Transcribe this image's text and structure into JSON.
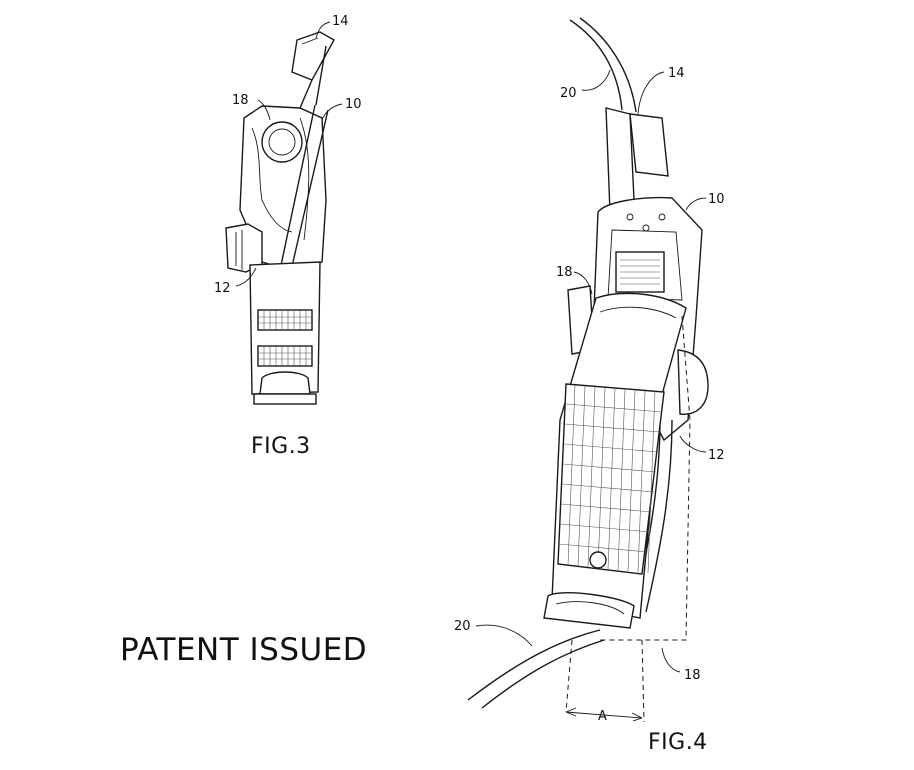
{
  "figure3": {
    "caption": "FIG.3",
    "refs": {
      "r14": "14",
      "r18": "18",
      "r10": "10",
      "r12": "12"
    }
  },
  "figure4": {
    "caption": "FIG.4",
    "refs": {
      "r20_top": "20",
      "r14": "14",
      "r10": "10",
      "r18_top": "18",
      "r12": "12",
      "r20_bottom": "20",
      "r18_bottom": "18",
      "angle": "A"
    }
  },
  "status_text": "PATENT ISSUED"
}
